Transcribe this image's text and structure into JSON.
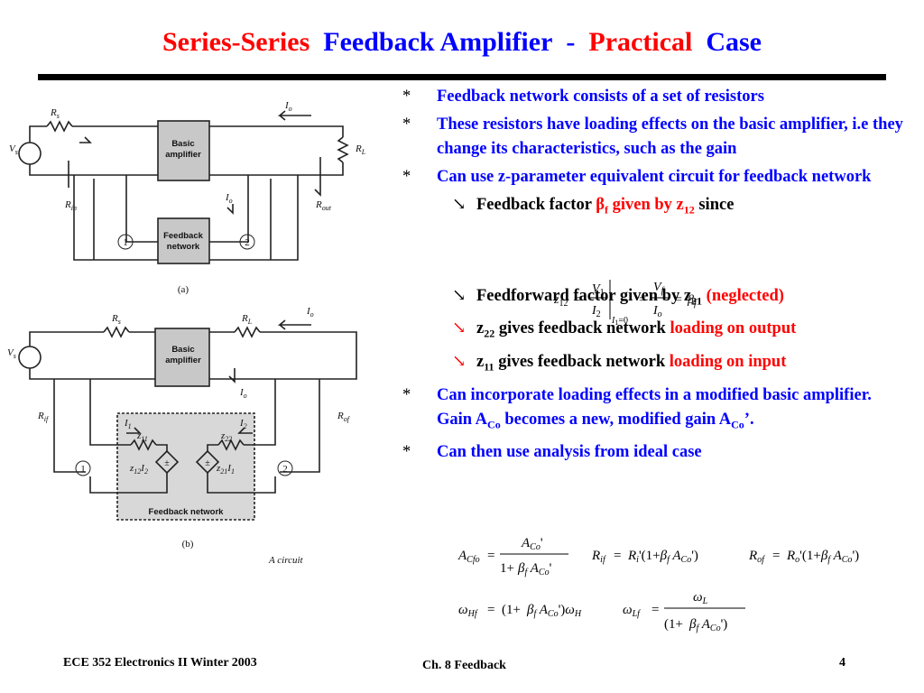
{
  "title": {
    "part1": "Series-Series",
    "part2": "Feedback  Amplifier",
    "dash": "-",
    "part3": "Practical",
    "part4": "Case"
  },
  "bullets": [
    {
      "marker": "*",
      "text": "Feedback network consists of a set of resistors"
    },
    {
      "marker": "*",
      "text": "These resistors have loading effects on the basic amplifier, i.e they change its characteristics, such as the gain"
    },
    {
      "marker": "*",
      "text": "Can use z-parameter equivalent circuit for feedback network"
    }
  ],
  "sub1": {
    "marker": "↘",
    "prefix": "Feedback factor ",
    "beta": "β",
    "beta_sub": "f",
    "mid": " given by z",
    "mid_sub": "12",
    "suffix": " since"
  },
  "sub2": {
    "marker": "↘",
    "prefix": "Feedforward factor given by z",
    "z_sub": "21",
    "suffix": " (neglected)"
  },
  "sub3": {
    "marker": "↘",
    "z": "z",
    "z_sub": "22",
    "mid": " gives feedback network ",
    "red": "loading on output"
  },
  "sub4": {
    "marker": "↘",
    "z": "z",
    "z_sub": "11",
    "mid": " gives feedback network ",
    "red": "loading on input"
  },
  "bullet4": {
    "marker": "*",
    "text1": "Can incorporate loading effects in a modified basic amplifier.  Gain A",
    "sub1": "Co",
    "text2": " becomes a new, modified gain A",
    "sub2": "Co",
    "text3": "’."
  },
  "bullet5": {
    "marker": "*",
    "text": "Can then use analysis from ideal case"
  },
  "figure": {
    "a": {
      "caption": "(a)",
      "Rs": "R",
      "Rs_sub": "s",
      "Vs": "V",
      "Vs_sub": "s",
      "Io": "I",
      "Io_sub": "o",
      "RL": "R",
      "RL_sub": "L",
      "amp": "Basic\namplifier",
      "fb": "Feedback\nnetwork",
      "Rin": "R",
      "Rin_sub": "in",
      "Rout": "R",
      "Rout_sub": "out",
      "n1": "1",
      "n2": "2"
    },
    "b": {
      "caption": "(b)",
      "Rs": "R",
      "Rs_sub": "s",
      "RL": "R",
      "RL_sub": "L",
      "Io": "I",
      "Io_sub": "o",
      "Vs": "V",
      "Vs_sub": "s",
      "Rif": "R",
      "Rif_sub": "if",
      "Rof": "R",
      "Rof_sub": "of",
      "amp": "Basic\namplifier",
      "fb": "Feedback network",
      "I1": "I",
      "I1_sub": "1",
      "I2": "I",
      "I2_sub": "2",
      "z11": "z",
      "z11_sub": "11",
      "z22": "z",
      "z22_sub": "22",
      "z12": "z",
      "z12_sub": "12",
      "z12_I": "I",
      "z12_I_sub": "2",
      "z21": "z",
      "z21_sub": "21",
      "z21_I": "I",
      "z21_I_sub": "1",
      "n1": "1",
      "n2": "2"
    },
    "note": "A circuit"
  },
  "footer": {
    "left": "ECE 352  Electronics II Winter 2003",
    "center": "Ch. 8 Feedback",
    "right": "4"
  }
}
